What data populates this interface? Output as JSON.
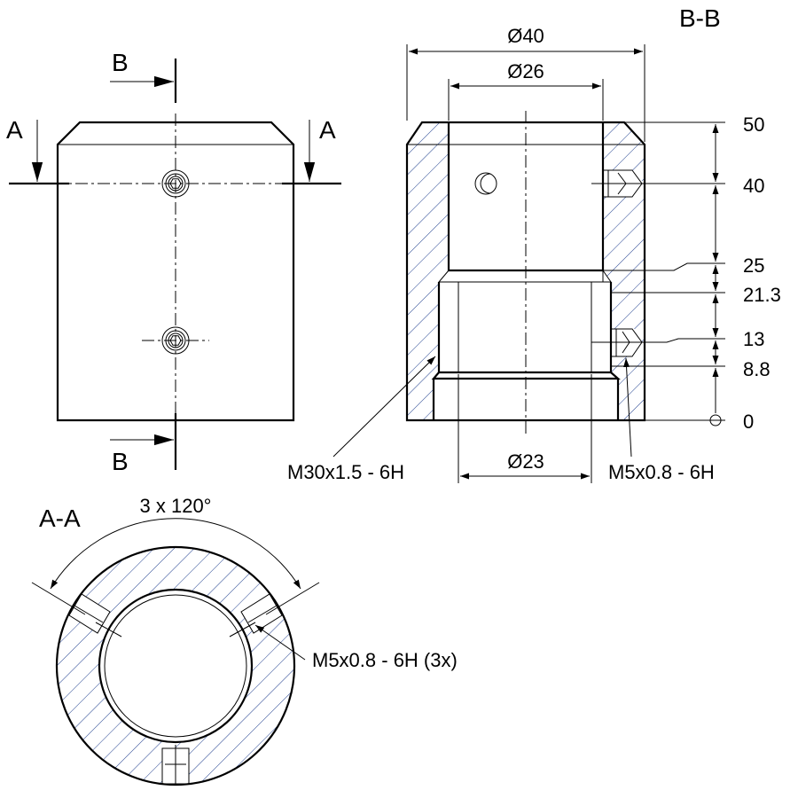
{
  "labels": {
    "section_a_marker": "A",
    "section_b_marker": "B",
    "section_bb_title": "B-B",
    "section_aa_title": "A-A"
  },
  "dimensions": {
    "outer_diameter": "Ø40",
    "bore_diameter": "Ø26",
    "thread_minor_diameter": "Ø23",
    "angle_spacing": "3 x 120°"
  },
  "heights": [
    "50",
    "40",
    "25",
    "21.3",
    "13",
    "8.8",
    "0"
  ],
  "callouts": {
    "main_thread": "M30x1.5 - 6H",
    "radial_thread": "M5x0.8 - 6H",
    "radial_thread_count": "M5x0.8 - 6H (3x)"
  },
  "colors": {
    "line": "#000000",
    "hatch": "#1f3f8f",
    "background": "#ffffff"
  }
}
